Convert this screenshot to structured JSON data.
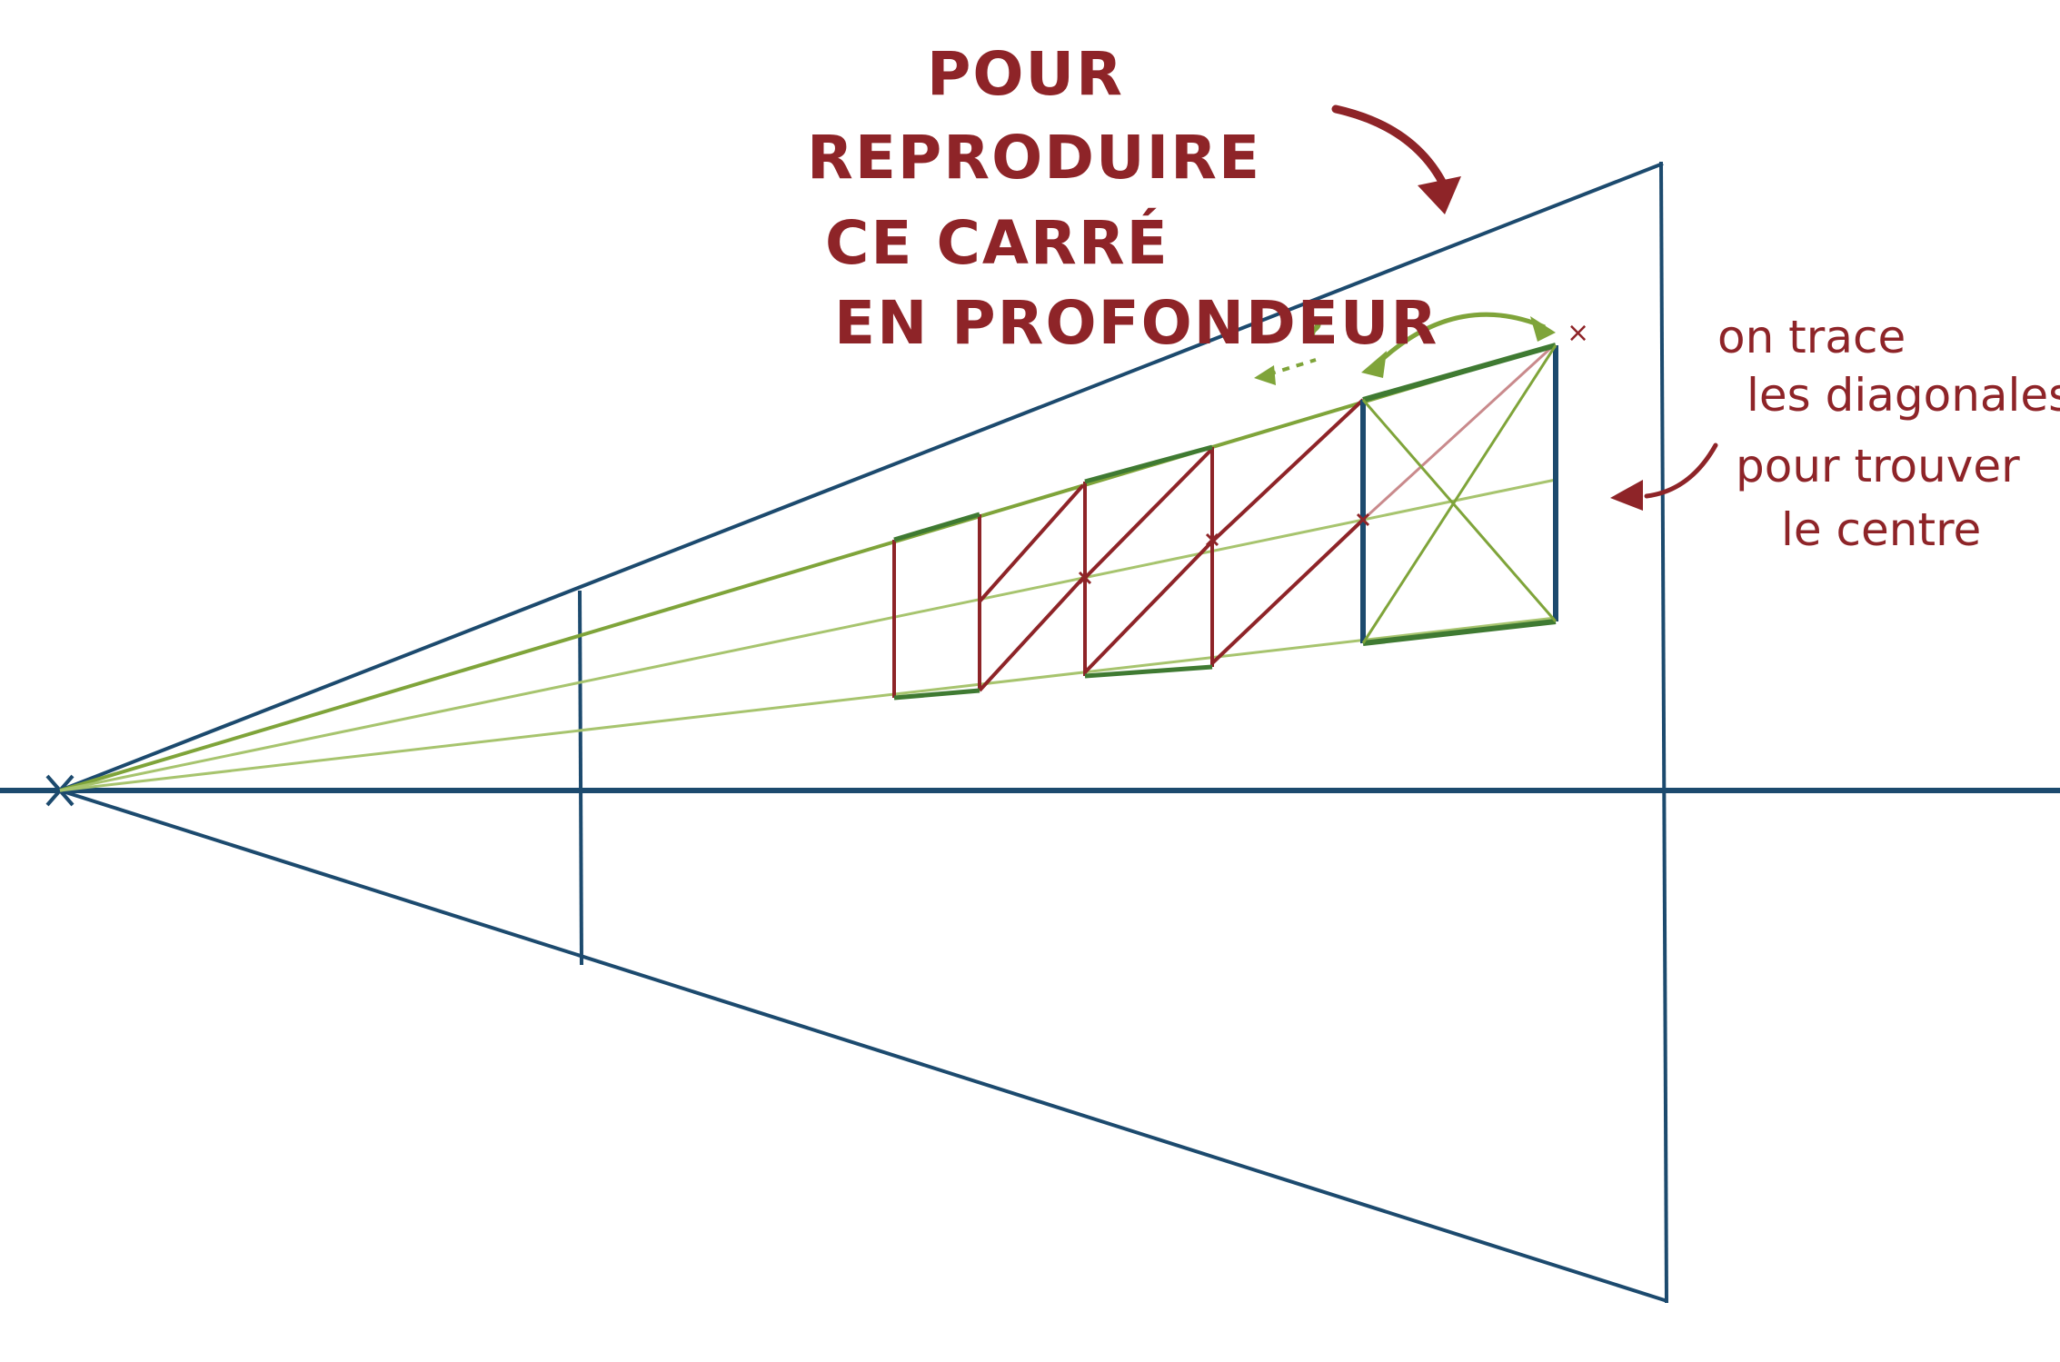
{
  "colors": {
    "blue": "#1c4a6e",
    "green": "#7fa43a",
    "dark_green": "#3f7a32",
    "red": "#8e2428",
    "light_red": "#c98a8c"
  },
  "title": {
    "lines": [
      "POUR",
      "REPRODUIRE",
      "CE CARRÉ",
      "EN PROFONDEUR"
    ]
  },
  "note": {
    "lines": [
      "on trace",
      "les diagonales",
      "pour trouver",
      "le centre"
    ]
  },
  "marks": {
    "question": "?",
    "cross": "×"
  }
}
